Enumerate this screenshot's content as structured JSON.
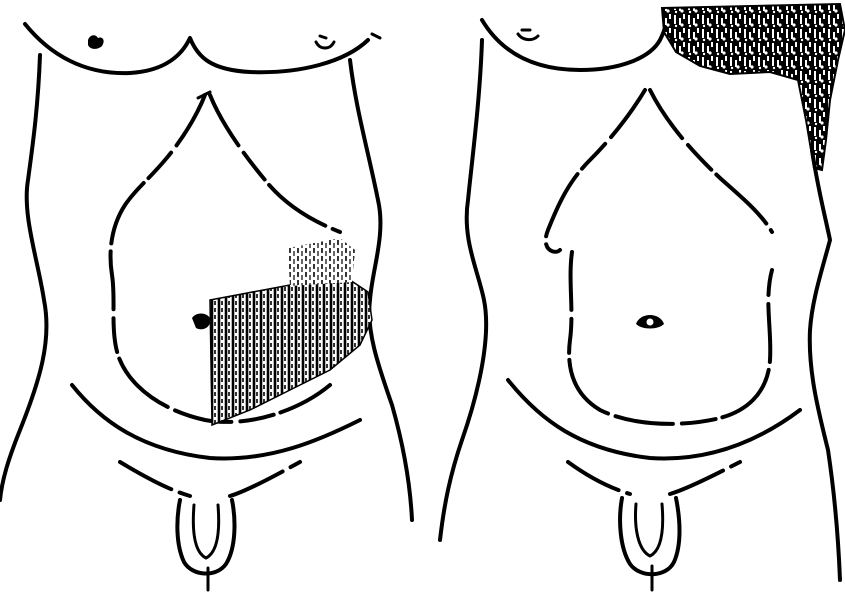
{
  "figure": {
    "panels": [
      {
        "id": "left",
        "shaded_region": "lower-left-abdomen-hatched"
      },
      {
        "id": "right",
        "shaded_region": "upper-right-chest-stippled"
      }
    ],
    "colors": {
      "ink": "#000000",
      "background": "#ffffff"
    }
  }
}
